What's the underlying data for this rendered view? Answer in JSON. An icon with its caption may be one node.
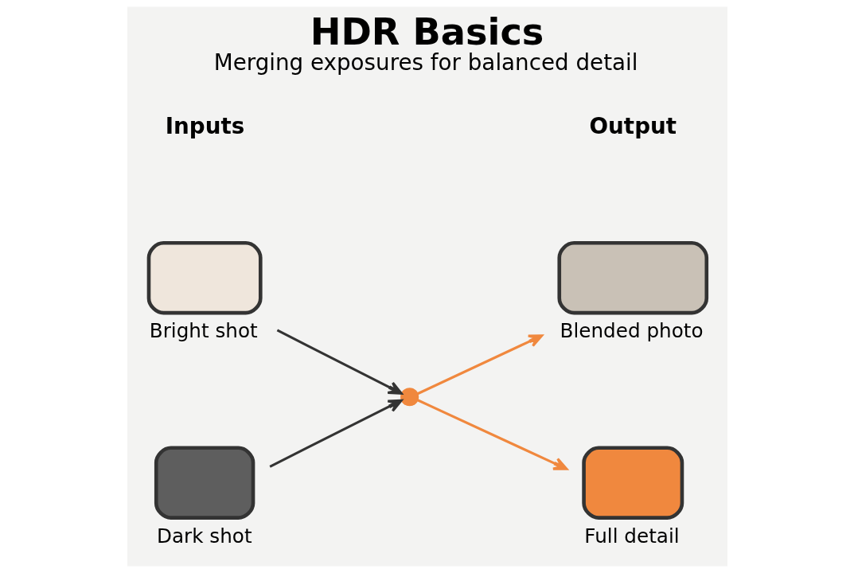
{
  "diagram": {
    "title": "HDR Basics",
    "caption": "Merging exposures for balanced detail",
    "nodes": [
      {
        "text": [
          "Bright shot"
        ]
      },
      {
        "text": [
          "Dark shot"
        ]
      },
      {
        "text": [],
        "shape": "circle"
      },
      {
        "text": [
          "Blended photo"
        ]
      },
      {
        "text": [
          "Full detail"
        ]
      }
    ],
    "edges": [
      {
        "from": 0,
        "to": 2,
        "arrow": "to"
      },
      {
        "from": 1,
        "to": 2,
        "arrow": "to"
      },
      {
        "from": 2,
        "to": 3,
        "arrow": "to",
        "color": "#f0883e"
      },
      {
        "from": 2,
        "to": 4,
        "arrow": "to",
        "color": "#f0883e"
      }
    ],
    "labels": [
      "Inputs",
      "Output"
    ]
  }
}
